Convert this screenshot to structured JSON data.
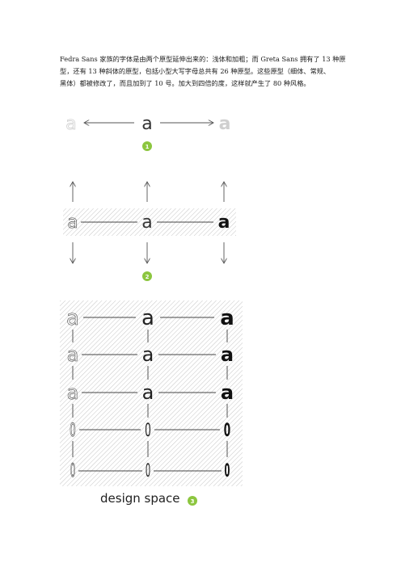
{
  "paragraph": {
    "line1": "Fedra Sans 家族的字体是由两个原型延伸出来的：浅体和加粗；而 Greta Sans 拥有了 13 种原",
    "line2": "型，还有 13 种斜体的原型，包括小型大写字母总共有 26 种原型。这些原型（细体、常规、",
    "line3": "黑体）都被修改了，而且加到了 10 号。加大到四倍的度，这样就产生了 80 种风格。"
  },
  "figure1": {
    "glyph": "a",
    "badge": "1"
  },
  "figure2": {
    "glyph": "a",
    "badge": "2"
  },
  "figure3": {
    "glyph": "a",
    "narrow_glyph": "0",
    "badge": "3",
    "caption": "design space"
  },
  "colors": {
    "accent": "#8cc63f",
    "hatch": "#b8b8b8",
    "light_glyph": "#cfcfcf"
  }
}
